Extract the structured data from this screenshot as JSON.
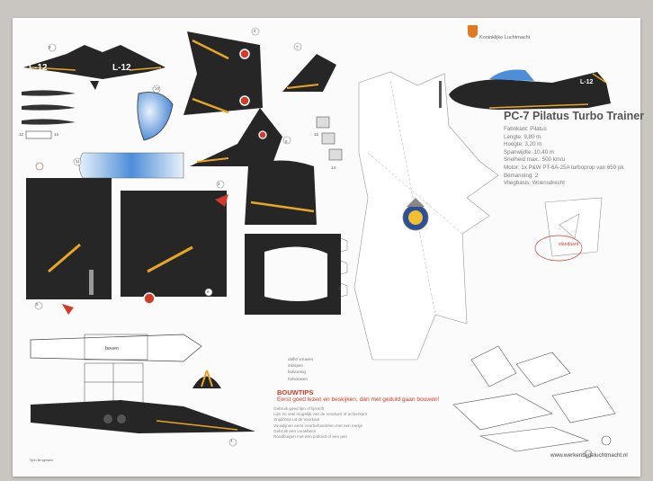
{
  "header": {
    "org_name": "Koninklijke Luchtmacht"
  },
  "aircraft": {
    "title": "PC-7 Pilatus Turbo Trainer",
    "tail_code": "L-12",
    "specs": [
      "Fabrikant: Pilatus",
      "Lengte: 9,80 m",
      "Hoogte: 3,20 m",
      "Spanwijdte: 10,40 m",
      "Snelheid max.: 500 km/u",
      "Motor: 1x P&W PT-6A-25A turboprop van 650 pk",
      "Bemanning: 2",
      "Vliegbasis: Woensdrecht"
    ]
  },
  "instructions": {
    "heading": "BOUWTIPS",
    "intro": "Eerst goed lezen en beskijken, dan met geduld gaan bouwen!",
    "tips": [
      "Gebruik goed lijm of lijmstift",
      "Lijm zo veel mogelijk van de voorkant of achterkant",
      "Snijd/knip uit de voorkant",
      "Vouwlijnen eerst voorbehandelen met een mesje",
      "Gebruik een vouwbeen",
      "Rondbuigen met een potlood of een pen"
    ]
  },
  "legend": {
    "items": [
      "dalfel vouwen",
      "inknipen",
      "bolvormig",
      "holvouwen"
    ]
  },
  "labels": {
    "boven": "boven",
    "standard": "standaard",
    "website": "www.werkenbijdeluchtmacht.nl",
    "credit": "Sjon Brugmans"
  },
  "part_numbers": [
    "1",
    "2",
    "3",
    "4",
    "5",
    "6",
    "7",
    "8",
    "9",
    "10",
    "11",
    "12",
    "13",
    "14",
    "15"
  ],
  "colors": {
    "paper": "#fbfbfb",
    "background": "#c9c6c1",
    "panel_dark": "#262626",
    "accent_yellow": "#e8a624",
    "accent_red": "#d43a2a",
    "roundel_blue": "#2d4f9a",
    "canopy_blue": "#6fa6dd",
    "brand_orange": "#e07a22"
  }
}
